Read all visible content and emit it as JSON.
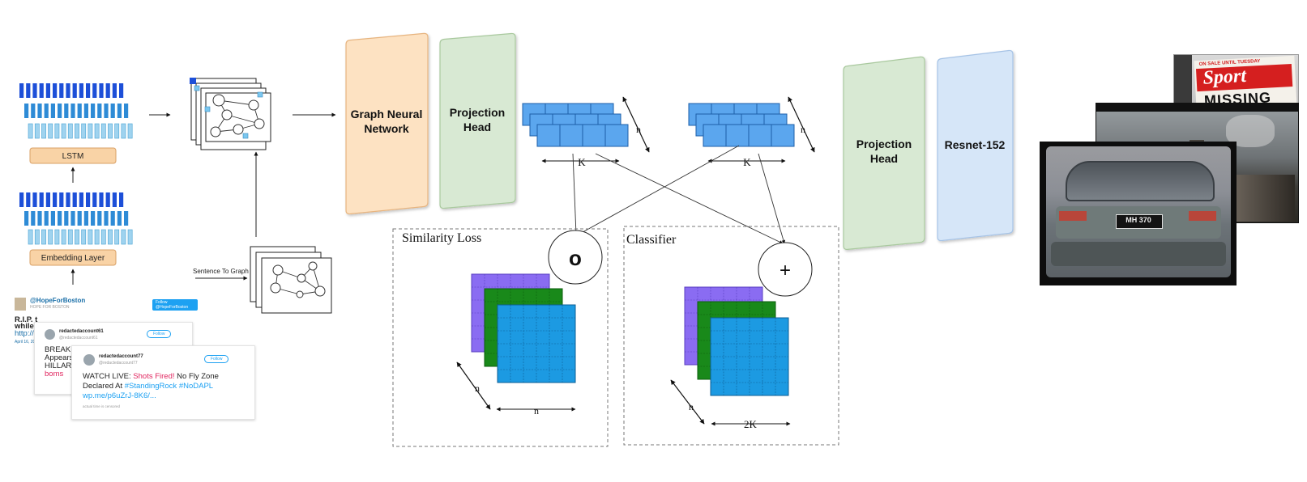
{
  "labels": {
    "lstm": "LSTM",
    "embedding": "Embedding Layer",
    "sentence_to_graph": "Sentence To Graph",
    "gnn_line1": "Graph Neural",
    "gnn_line2": "Network",
    "proj_line1": "Projection",
    "proj_line2": "Head",
    "proj2_line1": "Projection",
    "proj2_line2": "Head",
    "resnet": "Resnet-152",
    "k_left": "K",
    "k_right": "K",
    "n_left": "n",
    "n_right": "n",
    "similarity_loss": "Similarity Loss",
    "classifier": "Classifier",
    "odot": "o",
    "plus": "+",
    "sim_n_diag": "n",
    "sim_n_bottom": "n",
    "cls_n_diag": "n",
    "cls_2k": "2K"
  },
  "tweets": {
    "hope": {
      "handle": "@HopeForBoston",
      "name": "HOPE FOR BOSTON",
      "follow": "Follow @HopeForBoston",
      "text1": "R.I.P. t",
      "text2": "while r",
      "link": "http://t.c",
      "date": "April 16, 20"
    },
    "acc61": {
      "handle": "redactedaccount61",
      "sub": "@redactedaccount61",
      "follow": "Follow",
      "text1": "BREAKI",
      "text2": "Appears",
      "text3": "HILLARY",
      "text4": "boms"
    },
    "acc77": {
      "handle": "redactedaccount77",
      "sub": "@redactedaccount77",
      "follow": "Follow",
      "line1_a": "WATCH LIVE: ",
      "line1_b": "Shots Fired!",
      "line1_c": " No Fly Zone",
      "line2_a": "Declared At ",
      "line2_b": "#StandingRock #NoDAPL",
      "line3": "wp.me/p6uZrJ-8K6/...",
      "footer": "actual time is censored"
    }
  },
  "newspaper": {
    "banner": "ON SALE UNTIL TUESDAY",
    "title": "Sport",
    "headline": "MISSING"
  },
  "car": {
    "plate": "MH 370"
  },
  "colors": {
    "bar_dark": "#1d4fd8",
    "bar_mid": "#2e8bd6",
    "bar_light": "#9fd3ef",
    "label_box": "#f9d3a6",
    "gnn_fill": "#fde2c2",
    "proj_fill": "#d8e9d3",
    "resnet_fill": "#d6e6f8",
    "emb_cell": "#5ba6ee",
    "tensor_purple": "#8a6cf2",
    "tensor_green": "#19891a",
    "tensor_blue": "#1c9ae2"
  }
}
